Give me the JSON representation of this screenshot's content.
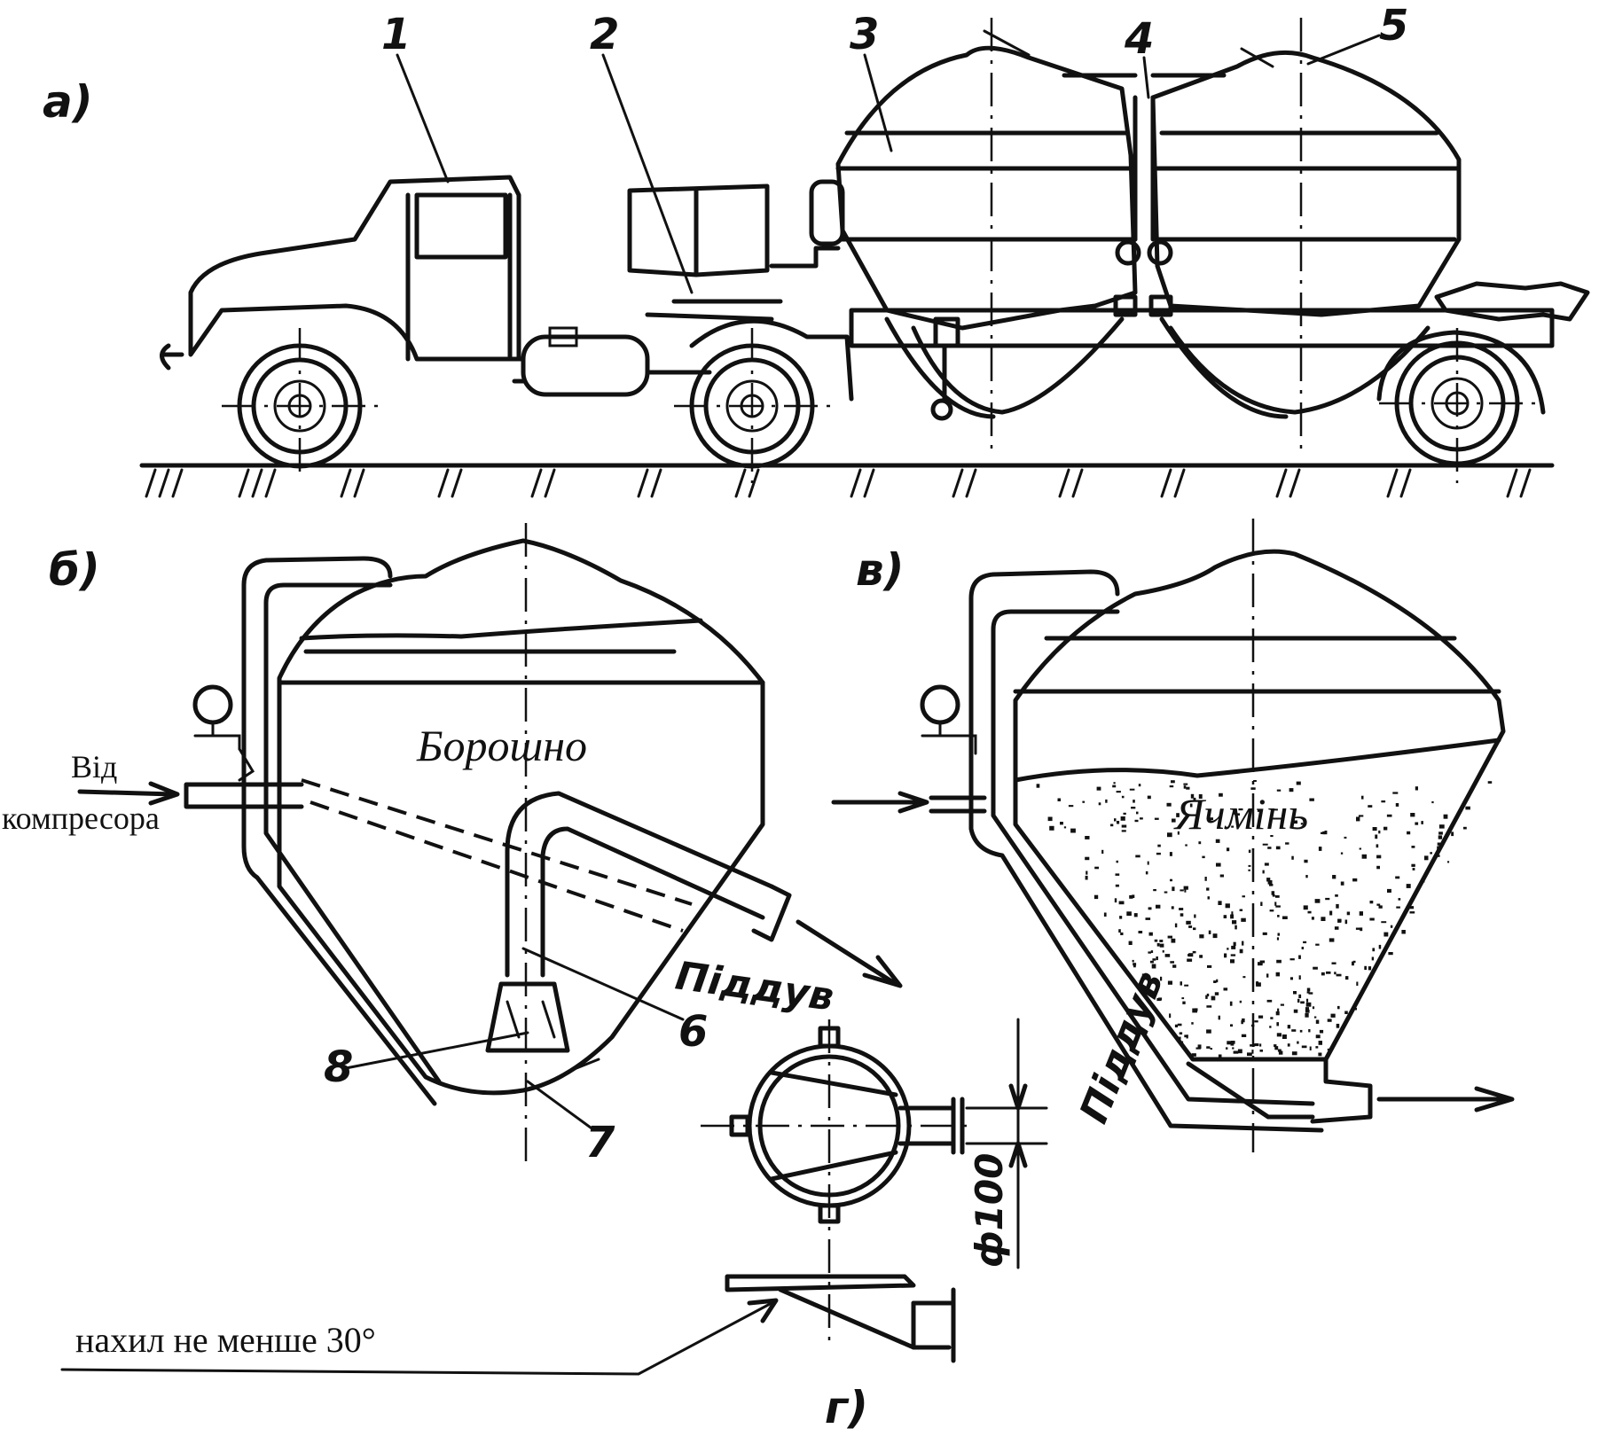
{
  "figure_labels": {
    "a": "а)",
    "b": "б)",
    "v": "в)",
    "g": "г)"
  },
  "part_numbers": {
    "n1": "1",
    "n2": "2",
    "n3": "3",
    "n4": "4",
    "n5": "5",
    "n6": "6",
    "n7": "7",
    "n8": "8"
  },
  "texts": {
    "from_compressor_line1": "Від",
    "from_compressor_line2": "компресора",
    "flour": "Борошно",
    "barley": "Ячмінь",
    "blow_b": "Піддув",
    "blow_v": "Піддув",
    "diameter": "ф100",
    "slope_note": "нахил не менше  30°"
  },
  "colors": {
    "ink": "#111111",
    "paper": "#ffffff"
  }
}
